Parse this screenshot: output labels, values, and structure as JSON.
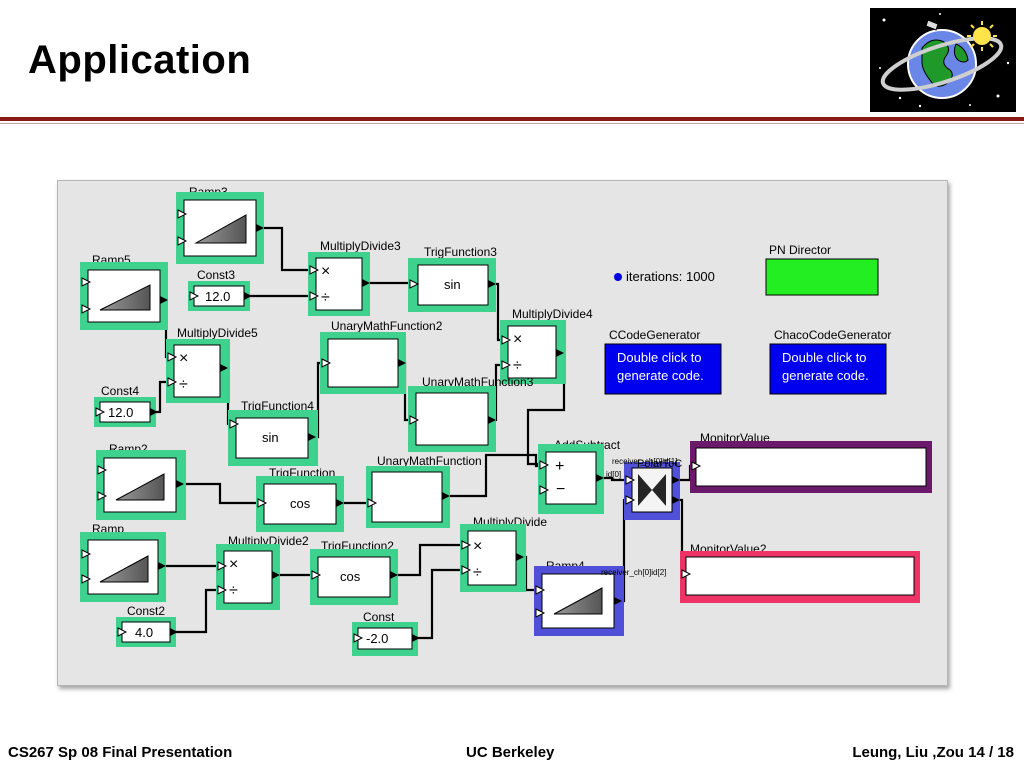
{
  "slide": {
    "title": "Application",
    "footer": {
      "left": "CS267 Sp 08 Final Presentation",
      "center": "UC Berkeley",
      "right": "Leung, Liu ,Zou 14 / 18"
    }
  },
  "diagram": {
    "colors": {
      "actor_border": "#3fd28f",
      "director": "#22ee22",
      "codegen": "#0000ee",
      "ramp4_border": "#4f4fd8",
      "monitor1_border": "#6b1a6b",
      "monitor2_border": "#ee3366",
      "parameter_dot": "#0000dd"
    },
    "actors": {
      "ramp3": "Ramp3",
      "ramp5": "Ramp5",
      "const3": "Const3",
      "const3_value": "12.0",
      "multiply_divide3": "MultiplyDivide3",
      "trig_function3": "TrigFunction3",
      "trig_function3_op": "sin",
      "multiply_divide5": "MultiplyDivide5",
      "unary_math_function2": "UnaryMathFunction2",
      "multiply_divide4": "MultiplyDivide4",
      "const4": "Const4",
      "const4_value": "12.0",
      "trig_function4": "TrigFunction4",
      "trig_function4_op": "sin",
      "unary_math_function3": "UnaryMathFunction3",
      "ramp2": "Ramp2",
      "trig_function": "TrigFunction",
      "trig_function_op": "cos",
      "unary_math_function": "UnaryMathFunction",
      "add_subtract": "AddSubtract",
      "polar_to_cartesian": "PolarToC",
      "ramp": "Ramp",
      "multiply_divide2": "MultiplyDivide2",
      "trig_function2": "TrigFunction2",
      "trig_function2_op": "cos",
      "multiply_divide": "MultiplyDivide",
      "ramp4": "Ramp4",
      "const2": "Const2",
      "const2_value": "4.0",
      "const": "Const",
      "const_value": "-2.0",
      "monitor_value": "MonitorValue",
      "monitor_value2": "MonitorValue2"
    },
    "director": {
      "label": "PN Director"
    },
    "parameter": {
      "text": "iterations: 1000"
    },
    "code_generators": {
      "ccode": {
        "label": "CCodeGenerator",
        "line1": "Double click to",
        "line2": "generate code."
      },
      "chaco": {
        "label": "ChacoCodeGenerator",
        "line1": "Double click to",
        "line2": "generate code."
      }
    },
    "port_labels": {
      "receiver_a": "receiver_ch[0]id[1]",
      "id_a": "id[0]",
      "receiver_b": "receiver_ch[0]id[2]"
    },
    "ops": {
      "multiply": "×",
      "divide": "÷",
      "plus": "+",
      "minus": "−"
    }
  }
}
